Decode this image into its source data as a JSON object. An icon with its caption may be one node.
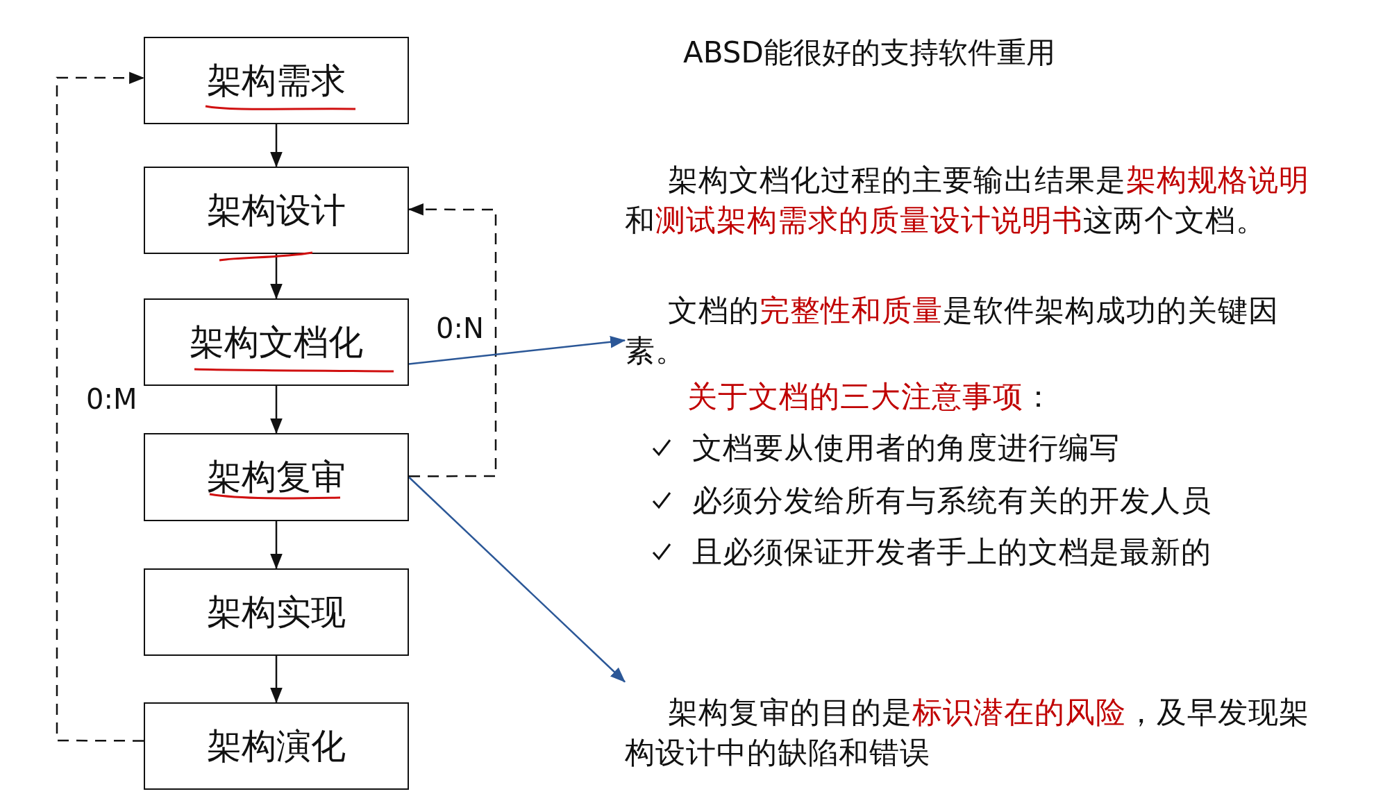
{
  "diagram": {
    "title": "ABSD能很好的支持软件重用",
    "nodes": [
      {
        "text": [
          "架构需求"
        ]
      },
      {
        "text": [
          "架构设计"
        ]
      },
      {
        "text": [
          "架构文档化"
        ]
      },
      {
        "text": [
          "架构复审"
        ]
      },
      {
        "text": [
          "架构实现"
        ]
      },
      {
        "text": [
          "架构演化"
        ]
      },
      {
        "text": [
          "架构文档化过程的主要输出结果是**架构规格说明**和**测试架构需求的质量设计说明书**这两个文档。",
          "文档的**完整性和质量**是软件架构成功的关键因素。",
          "**关于文档的三大注意事项**：",
          "文档要从使用者的角度进行编写",
          "必须分发给所有与系统有关的开发人员",
          "且必须保证开发者手上的文档是最新的"
        ]
      },
      {
        "text": [
          "架构复审的目的是**标识潜在的风险**，及早发现架构设计中的缺陷和错误"
        ]
      }
    ],
    "edges": [
      {
        "from": 0,
        "to": 1,
        "arrow": "to"
      },
      {
        "from": 1,
        "to": 2,
        "arrow": "to"
      },
      {
        "from": 2,
        "to": 3,
        "arrow": "to"
      },
      {
        "from": 3,
        "to": 4,
        "arrow": "to"
      },
      {
        "from": 4,
        "to": 5,
        "arrow": "to"
      },
      {
        "from": 5,
        "to": 0,
        "arrow": "to",
        "label": "0:M",
        "style": "dashed"
      },
      {
        "from": 3,
        "to": 1,
        "arrow": "to",
        "label": "0:N",
        "style": "dashed"
      },
      {
        "from": 2,
        "to": 6,
        "arrow": "to",
        "color": "#2b5797"
      },
      {
        "from": 3,
        "to": 7,
        "arrow": "to",
        "color": "#2b5797"
      }
    ]
  }
}
